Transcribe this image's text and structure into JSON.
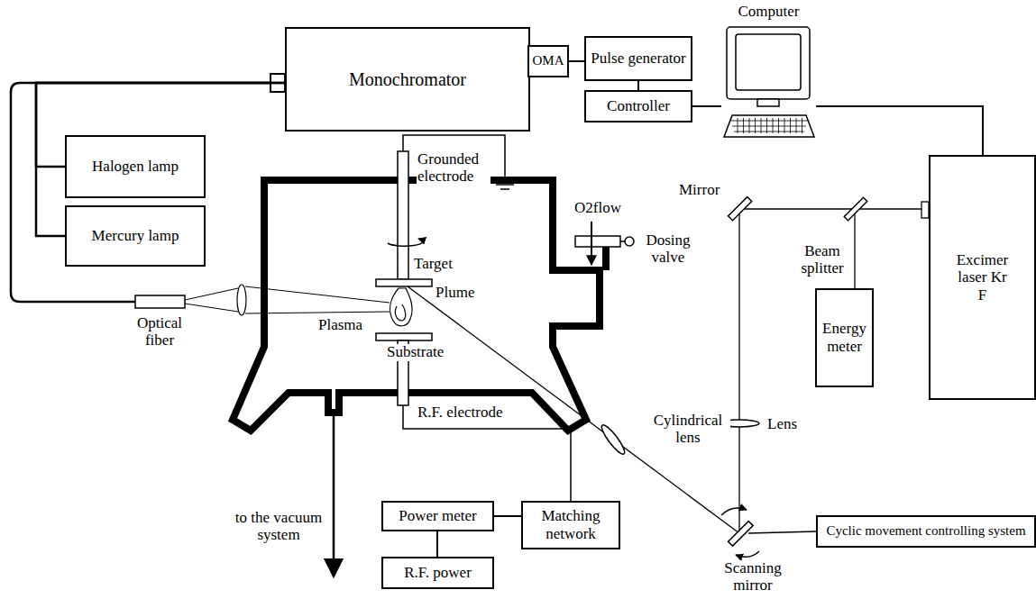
{
  "diagram": {
    "nodes": [
      {
        "text": [
          "Monochromator"
        ]
      },
      {
        "text": [
          "OMA"
        ]
      },
      {
        "text": [
          "Pulse generator"
        ]
      },
      {
        "text": [
          "Controller"
        ]
      },
      {
        "text": [
          "Computer"
        ]
      },
      {
        "text": [
          "Halogen lamp"
        ]
      },
      {
        "text": [
          "Mercury lamp"
        ]
      },
      {
        "text": [
          "Excimer laser Kr F"
        ]
      },
      {
        "text": [
          "Energy meter"
        ]
      },
      {
        "text": [
          "Power meter"
        ]
      },
      {
        "text": [
          "Matching network"
        ]
      },
      {
        "text": [
          "R.F. power"
        ]
      },
      {
        "text": [
          "Cyclic movement controlling system"
        ]
      }
    ],
    "edges": [
      {
        "from": 1,
        "to": 2,
        "arrow": "none"
      },
      {
        "from": 2,
        "to": 3,
        "arrow": "none"
      },
      {
        "from": 3,
        "to": 4,
        "arrow": "none"
      },
      {
        "from": 4,
        "to": 7,
        "arrow": "none"
      },
      {
        "from": 5,
        "to": 0,
        "arrow": "none"
      },
      {
        "from": 6,
        "to": 0,
        "arrow": "none"
      },
      {
        "from": 9,
        "to": 10,
        "arrow": "none"
      },
      {
        "from": 9,
        "to": 11,
        "arrow": "none"
      }
    ],
    "labels": [
      "Grounded electrode",
      "Target",
      "Plume",
      "Plasma",
      "Substrate",
      "R.F. electrode",
      "O2flow",
      "Dosing valve",
      "Mirror",
      "Beam splitter",
      "Optical fiber",
      "Lens",
      "Cylindrical lens",
      "Scanning mirror",
      "to the vacuum system"
    ]
  }
}
